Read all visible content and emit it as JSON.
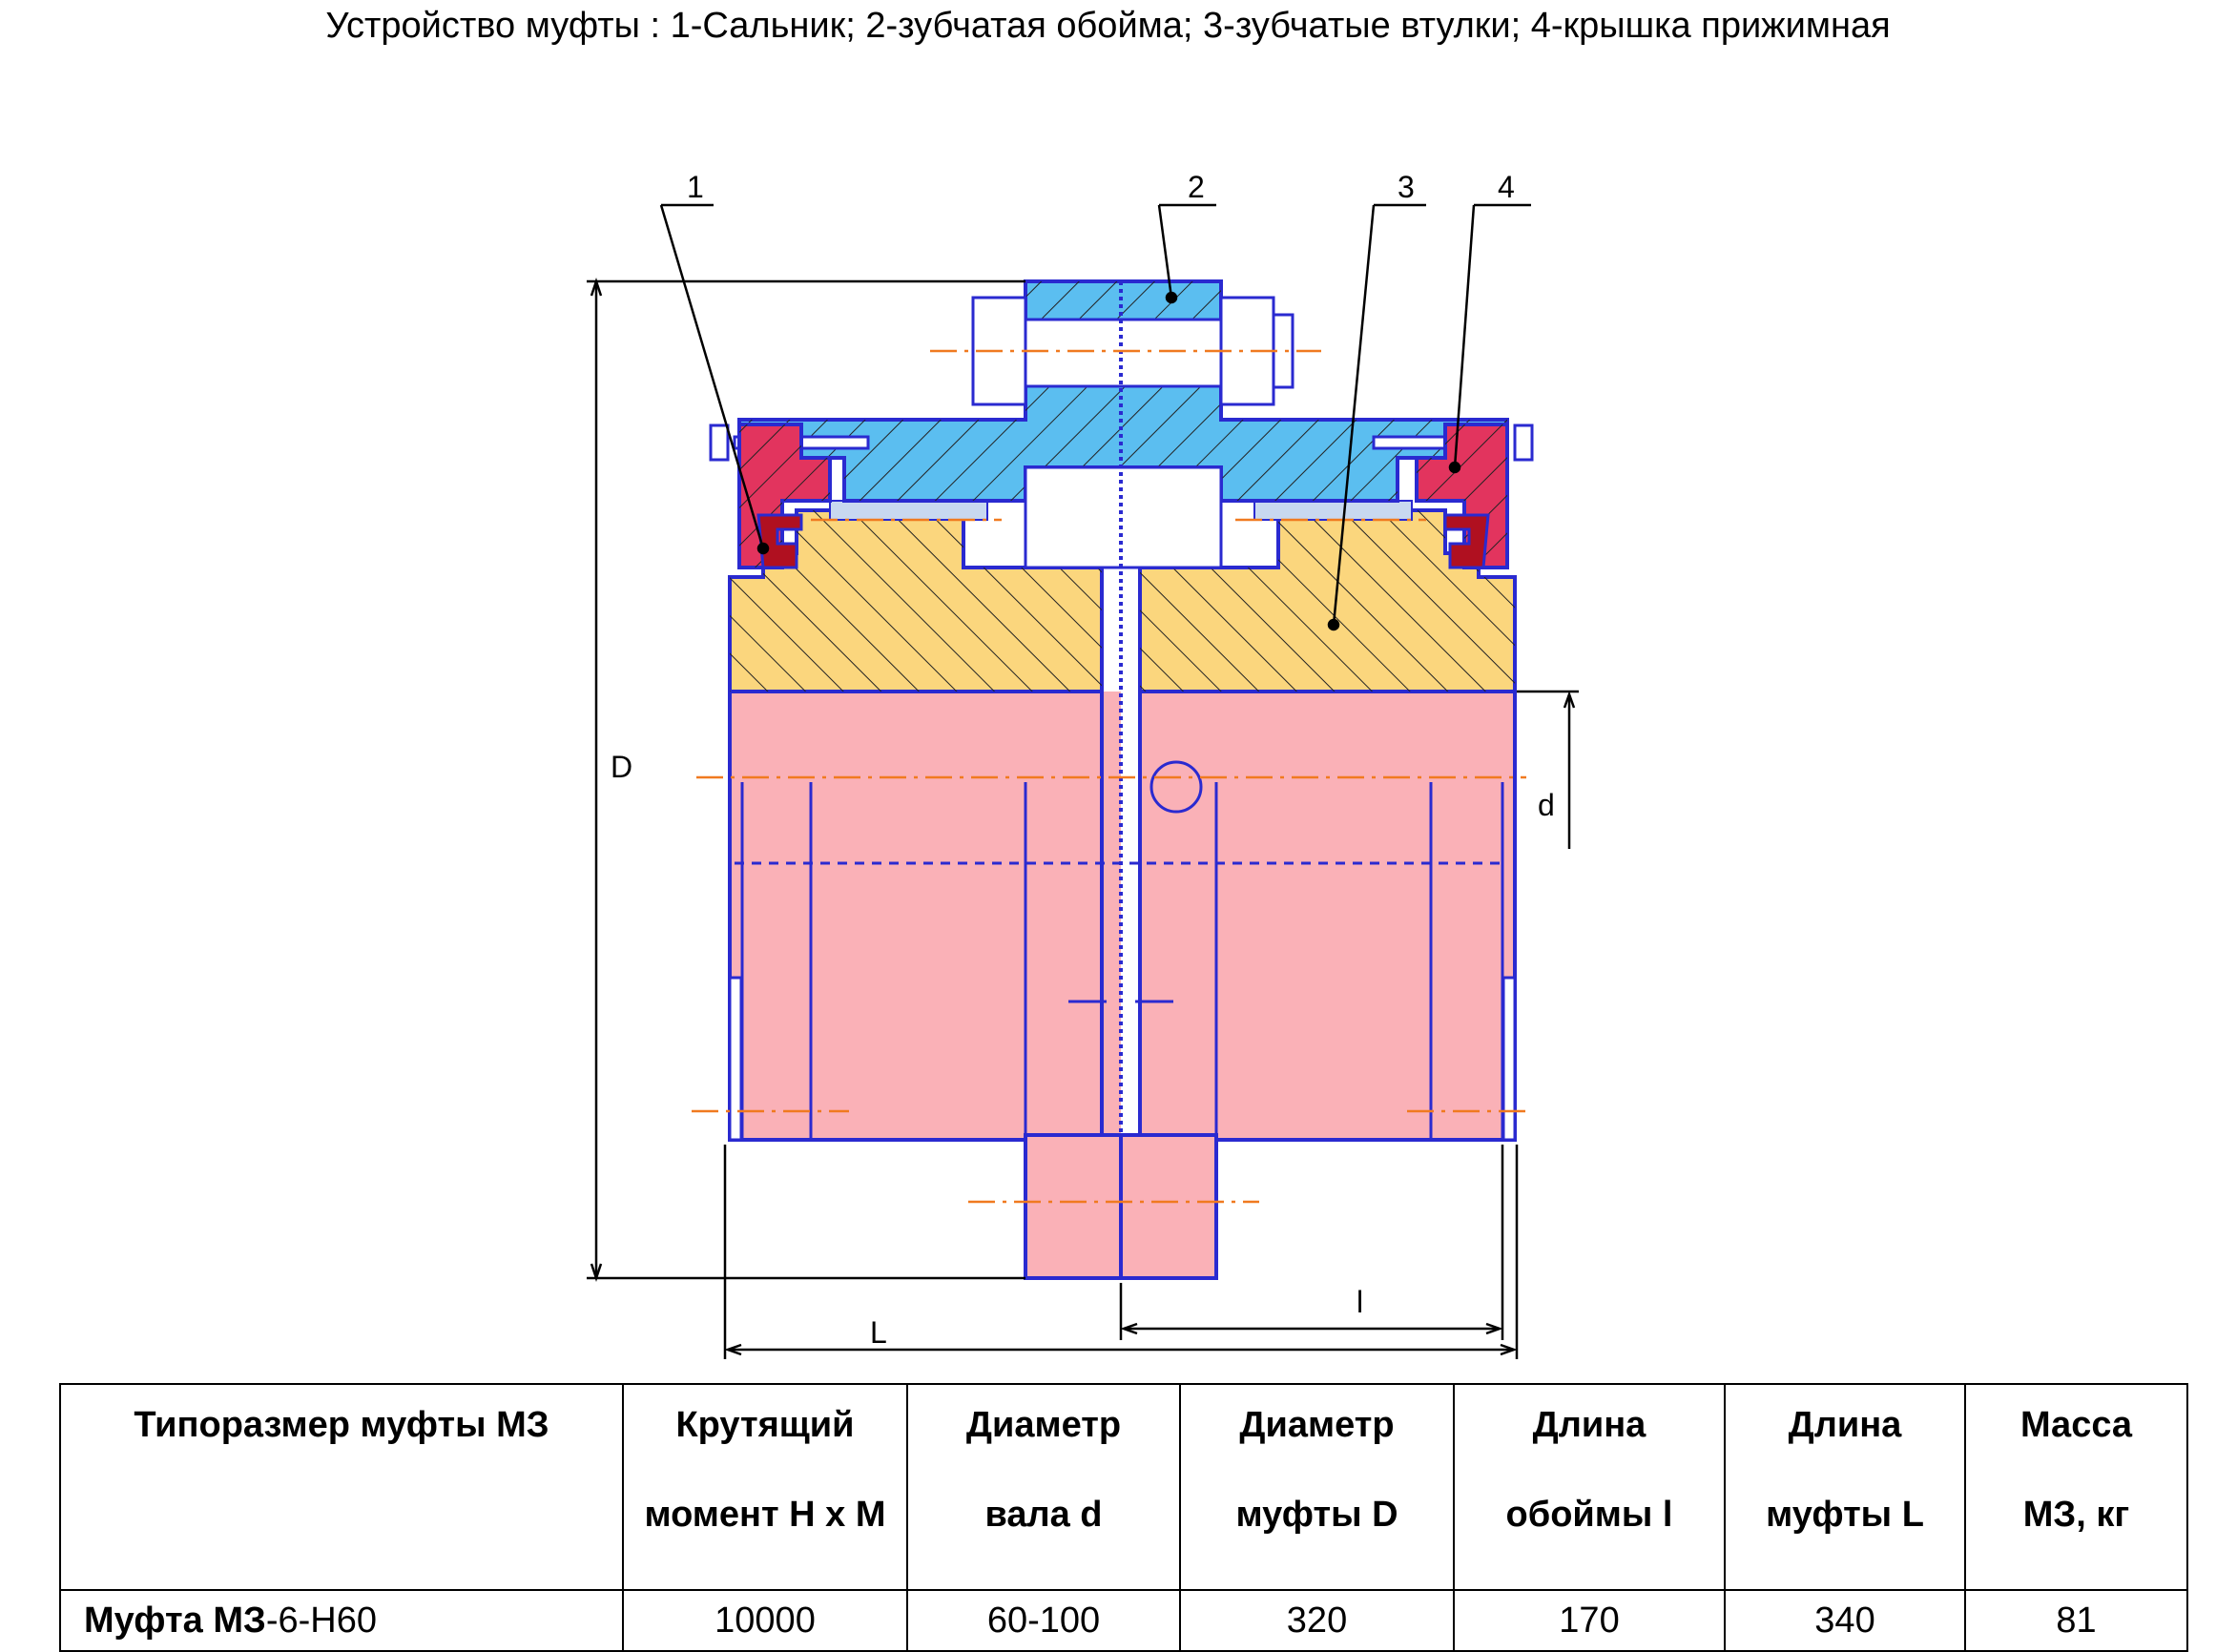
{
  "caption": "Устройство муфты : 1-Сальник; 2-зубчатая обойма; 3-зубчатые втулки; 4-крышка прижимная",
  "drawing": {
    "callouts": [
      "1",
      "2",
      "3",
      "4"
    ],
    "dimensions": {
      "D": "D",
      "d": "d",
      "L": "L",
      "l": "l"
    },
    "colors": {
      "hub": "#fab1b7",
      "toothed_bushing": "#fbd67d",
      "sleeve": "#5bbef0",
      "cover": "#e2345e",
      "seal": "#b01020",
      "outline": "#2a2ad0",
      "centerline": "#f07a20"
    }
  },
  "table": {
    "headers": [
      {
        "line1": "Типоразмер муфты МЗ",
        "line2": ""
      },
      {
        "line1": "Крутящий",
        "line2": "момент Н х М"
      },
      {
        "line1": "Диаметр",
        "line2": "вала d"
      },
      {
        "line1": "Диаметр",
        "line2": "муфты D"
      },
      {
        "line1": "Длина",
        "line2": "обоймы l"
      },
      {
        "line1": "Длина",
        "line2": "муфты L"
      },
      {
        "line1": "Масса",
        "line2": "МЗ, кг"
      }
    ],
    "rows": [
      {
        "name_bold": "Муфта МЗ",
        "name_rest": "-6-Н60",
        "torque": "10000",
        "shaft_d": "60-100",
        "coupling_D": "320",
        "sleeve_l": "170",
        "coupling_L": "340",
        "mass": "81"
      }
    ]
  }
}
